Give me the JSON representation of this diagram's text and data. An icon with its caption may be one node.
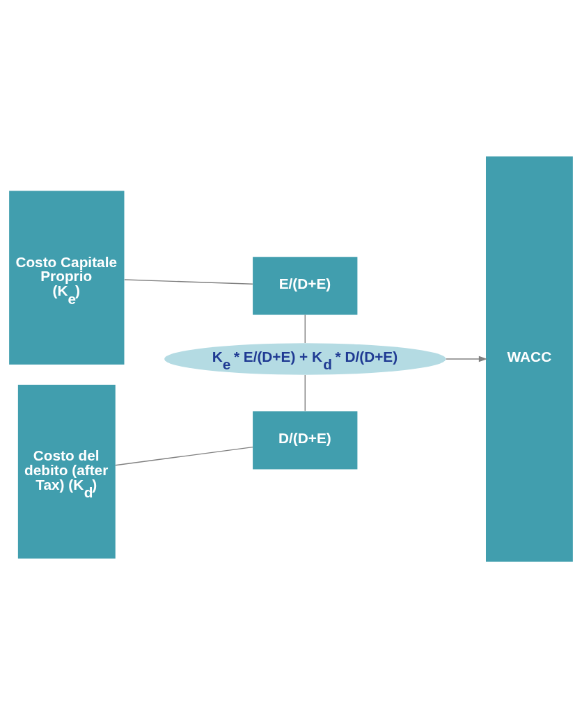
{
  "diagram": {
    "nodes": [
      {
        "text": [
          "Costo Capitale Proprio (K$_{e}$)"
        ]
      },
      {
        "text": [
          "E/(D+E)"
        ]
      },
      {
        "text": [
          "K$_{e}$ * E/(D+E) + K$_{d}$ * D/(D+E)"
        ]
      },
      {
        "text": [
          "Costo del debito (after Tax) (K$_{d}$)"
        ]
      },
      {
        "text": [
          "D/(D+E)"
        ]
      },
      {
        "text": [
          "WACC"
        ]
      }
    ],
    "edges": [
      {
        "from": 0,
        "to": 1,
        "arrow": "none"
      },
      {
        "from": 1,
        "to": 2,
        "arrow": "none"
      },
      {
        "from": 4,
        "to": 2,
        "arrow": "none"
      },
      {
        "from": 3,
        "to": 4,
        "arrow": "none"
      },
      {
        "from": 2,
        "to": 5,
        "arrow": "to"
      }
    ]
  }
}
